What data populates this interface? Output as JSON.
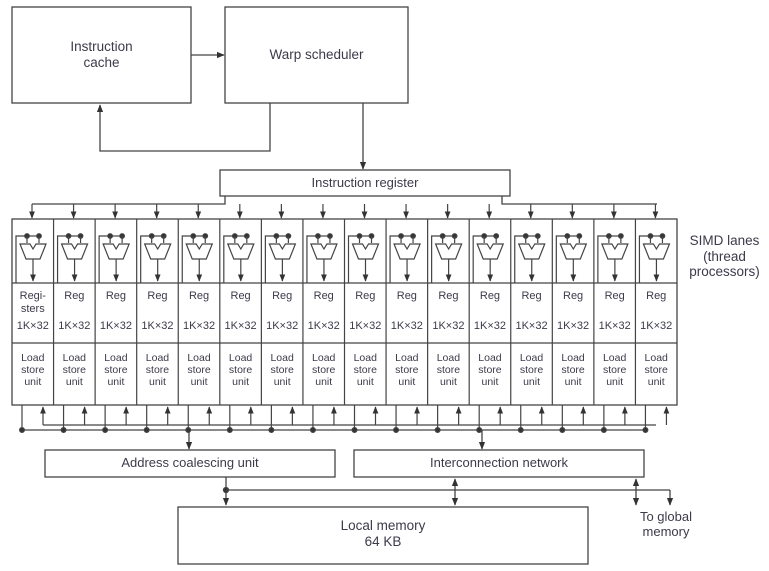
{
  "blocks": {
    "instruction_cache": "Instruction\ncache",
    "warp_scheduler": "Warp scheduler",
    "instruction_register": "Instruction register",
    "address_coalescing_unit": "Address coalescing unit",
    "interconnection_network": "Interconnection network",
    "local_memory": {
      "name": "Local memory",
      "size": "64 KB"
    },
    "to_global_memory": "To global\nmemory"
  },
  "simd_label": "SIMD lanes\n(thread\nprocessors)",
  "lanes": {
    "count": 16,
    "first_register_label": "Regi-\nsters",
    "register_label": "Reg",
    "register_size": "1K×32",
    "lsu_label": "Load\nstore\nunit"
  }
}
